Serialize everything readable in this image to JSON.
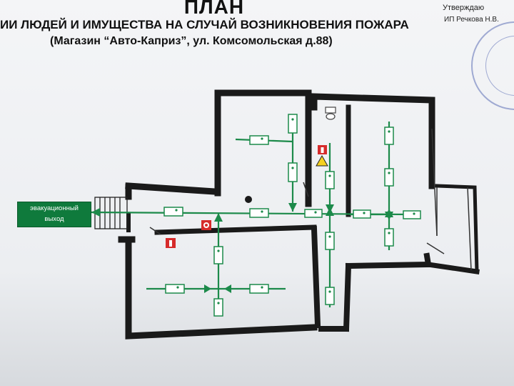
{
  "title": "ПЛАН",
  "subtitle_line1": "ИИ ЛЮДЕЙ И ИМУЩЕСТВА НА  СЛУЧАЙ ВОЗНИКНОВЕНИЯ ПОЖАРА",
  "subtitle_line2": "(Магазин “Авто-Каприз”, ул. Комсомольская д.88)",
  "approval": {
    "label": "Утверждаю",
    "person": "ИП Речкова Н.В."
  },
  "exit_sign": {
    "text": "эвакуационный\nвыход"
  },
  "colors": {
    "walls": "#1a1a1a",
    "evacuation_route": "#1c8a4a",
    "exit_sign": "#0f7a3c",
    "fire_equipment": "#d62b2b",
    "stamp": "#5d6fb6"
  },
  "icons": [
    "running-man-sign-icon",
    "fire-extinguisher-icon",
    "fire-alarm-icon",
    "electrical-hazard-icon",
    "toilet-icon",
    "column-icon",
    "stairs-icon"
  ]
}
